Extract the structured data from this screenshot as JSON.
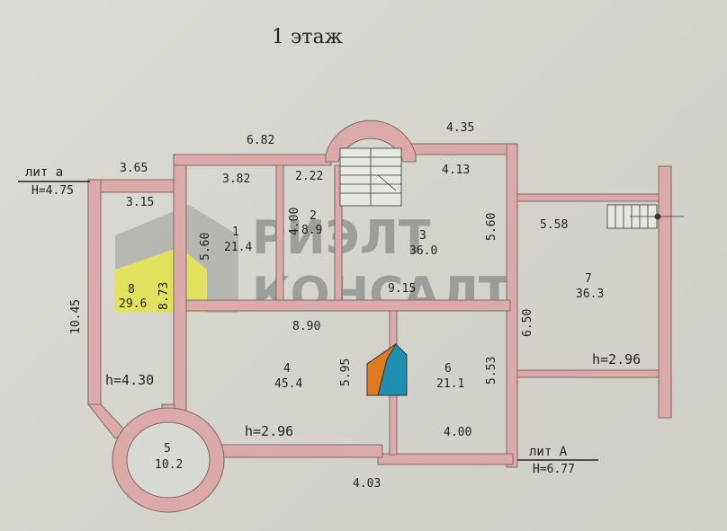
{
  "title": "1 этаж",
  "watermark": {
    "line1": "РИЭЛТ",
    "line2": "КОНСАЛТ"
  },
  "lit_a": {
    "label": "лит а",
    "height": "H=4.75"
  },
  "lit_A": {
    "label": "лит А",
    "height": "H=6.77"
  },
  "rooms": [
    {
      "num": "1",
      "area": "21.4"
    },
    {
      "num": "2",
      "area": "8.9"
    },
    {
      "num": "3",
      "area": "36.0"
    },
    {
      "num": "4",
      "area": "45.4"
    },
    {
      "num": "5",
      "area": "10.2"
    },
    {
      "num": "6",
      "area": "21.1"
    },
    {
      "num": "7",
      "area": "36.3"
    },
    {
      "num": "8",
      "area": "29.6"
    }
  ],
  "dims": {
    "d682": "6.82",
    "d435": "4.35",
    "d365": "3.65",
    "d315": "3.15",
    "d382": "3.82",
    "d222": "2.22",
    "d413": "4.13",
    "d560a": "5.60",
    "d400a": "4.00",
    "d560b": "5.60",
    "d558": "5.58",
    "d1045": "10.45",
    "d873": "8.73",
    "d915": "9.15",
    "d890": "8.90",
    "d650": "6.50",
    "d595": "5.95",
    "d553": "5.53",
    "d400b": "4.00",
    "d403": "4.03"
  },
  "heights": {
    "h430": "h=4.30",
    "h296a": "h=2.96",
    "h296b": "h=2.96"
  },
  "colors": {
    "wall": "#dcaaa8",
    "wall_stroke": "#7a6a6a",
    "fill_orange": "#e07a1f",
    "fill_blue": "#1e8fb0",
    "highlight": "#ecec4a"
  }
}
